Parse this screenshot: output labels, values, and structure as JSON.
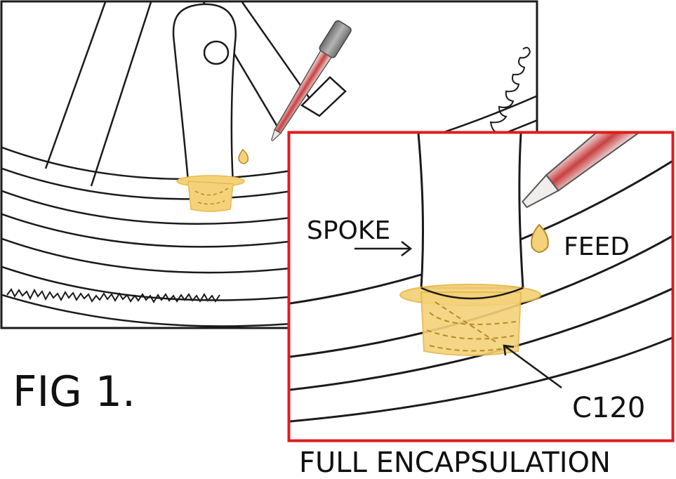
{
  "figure": {
    "title": "FIG 1.",
    "caption": "FULL ENCAPSULATION",
    "labels": {
      "spoke": "SPOKE",
      "feed": "FEED",
      "product": "C120"
    }
  },
  "colors": {
    "frame": "#1a1a1a",
    "inset_frame": "#e11b1b",
    "encapsulant": "#f4d27a",
    "encapsulant_dark": "#e8b94a",
    "applicator_body": "#d9d2d2",
    "applicator_tip": "#c94040",
    "applicator_cap": "#8a8a8a"
  },
  "icons": {
    "applicator": "syringe-applicator-icon",
    "droplet": "glue-droplet-icon"
  }
}
